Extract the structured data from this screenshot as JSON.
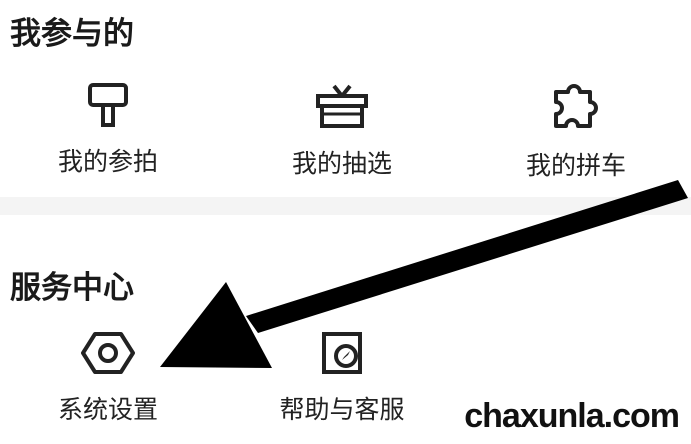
{
  "sections": [
    {
      "title": "我参与的",
      "items": [
        {
          "label": "我的参拍",
          "icon": "hammer-icon"
        },
        {
          "label": "我的抽选",
          "icon": "gift-icon"
        },
        {
          "label": "我的拼车",
          "icon": "puzzle-icon"
        }
      ]
    },
    {
      "title": "服务中心",
      "items": [
        {
          "label": "系统设置",
          "icon": "settings-hexagon-icon"
        },
        {
          "label": "帮助与客服",
          "icon": "compass-help-icon"
        }
      ]
    }
  ],
  "watermark": "chaxunla.com"
}
